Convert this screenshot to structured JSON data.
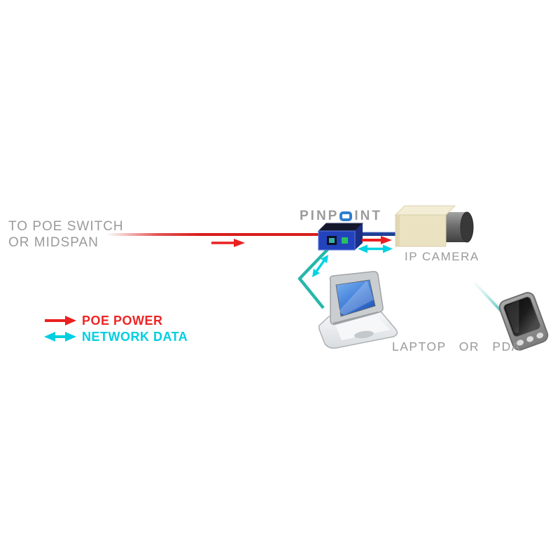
{
  "source_label": {
    "line1": "TO POE SWITCH",
    "line2": "OR MIDSPAN"
  },
  "brand": {
    "prefix": "PINP",
    "suffix": "INT"
  },
  "labels": {
    "camera": "IP CAMERA",
    "clients": "LAPTOP OR PDA"
  },
  "legend": {
    "items": [
      {
        "label": "POE POWER",
        "color": "#ee2626",
        "arrow": "right"
      },
      {
        "label": "NETWORK DATA",
        "color": "#00cfe0",
        "arrow": "double"
      }
    ]
  },
  "colors": {
    "poe_red": "#e82222",
    "data_cyan": "#00cfe0",
    "cable_teal": "#29b6ab",
    "cable_navy": "#1e3f98",
    "label_gray": "#9a9a9a",
    "brand_blue": "#2e7fd0",
    "device_blue": "#2343bd",
    "camera_beige": "#ebe2c2"
  }
}
